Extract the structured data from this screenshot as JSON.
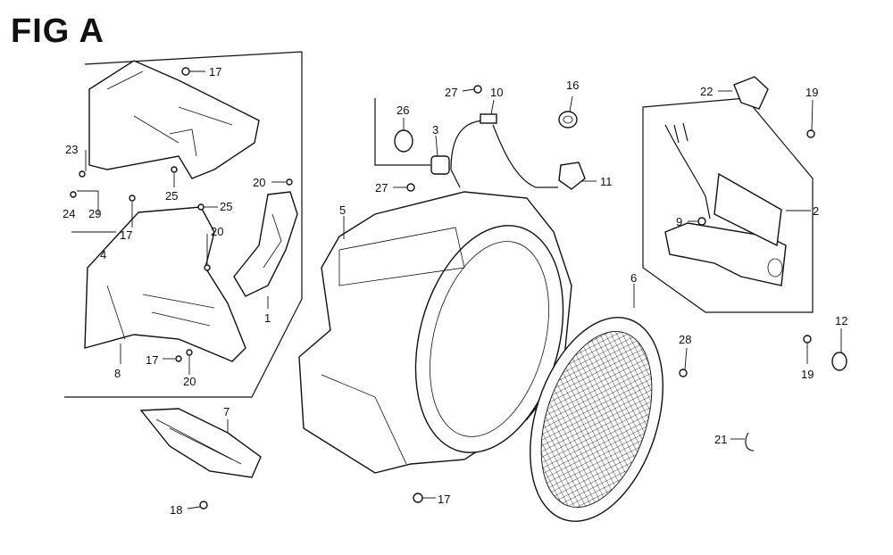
{
  "title": "FIG A",
  "callouts": [
    "17",
    "23",
    "25",
    "24",
    "29",
    "17",
    "4",
    "25",
    "20",
    "20",
    "1",
    "8",
    "17",
    "20",
    "7",
    "18",
    "26",
    "27",
    "10",
    "3",
    "27",
    "5",
    "16",
    "11",
    "17",
    "6",
    "22",
    "19",
    "2",
    "9",
    "28",
    "12",
    "19",
    "21"
  ]
}
